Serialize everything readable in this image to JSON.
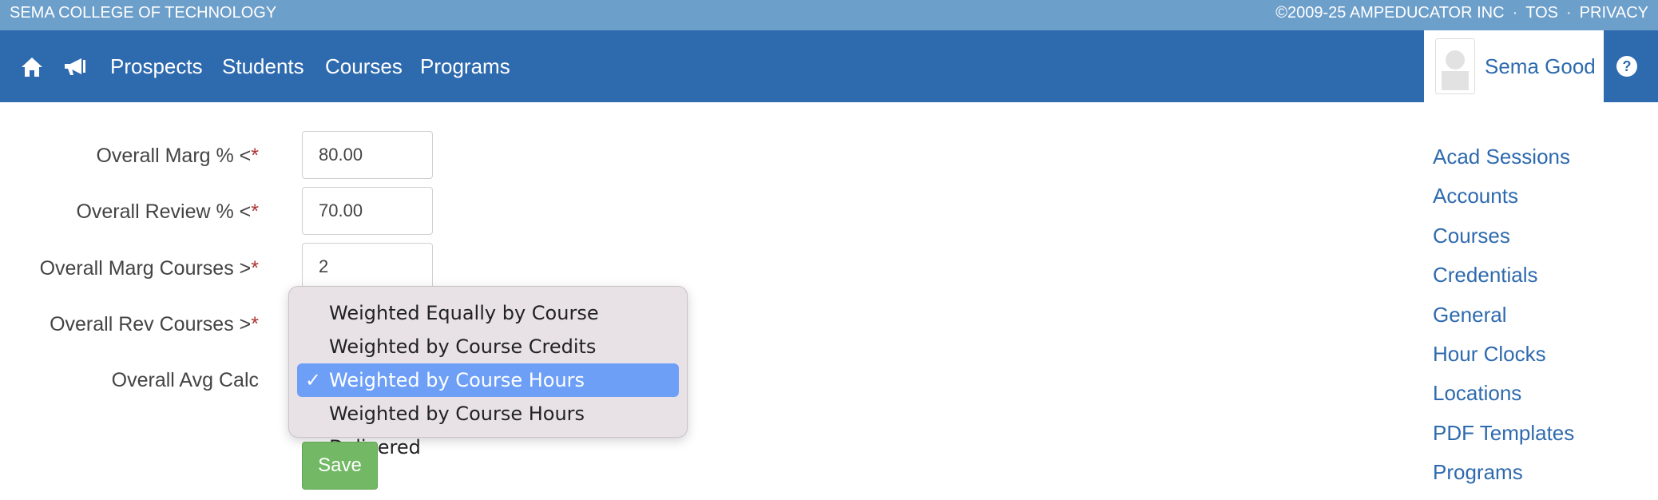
{
  "topbar": {
    "school": "SEMA COLLEGE OF TECHNOLOGY",
    "copyright": "©2009-25 AMPEDUCATOR INC",
    "tos": "TOS",
    "privacy": "PRIVACY",
    "separator": "·"
  },
  "nav": {
    "icons": [
      "home-icon",
      "megaphone-icon"
    ],
    "links": [
      "Prospects",
      "Students",
      "Courses",
      "Programs"
    ],
    "user_name": "Sema Good",
    "help_icon": "question-circle-icon"
  },
  "form": {
    "fields": [
      {
        "label": "Overall Marg % <",
        "value": "80.00",
        "required": "*"
      },
      {
        "label": "Overall Review % <",
        "value": "70.00",
        "required": "*"
      },
      {
        "label": "Overall Marg Courses >",
        "value": "2",
        "required": "*"
      },
      {
        "label": "Overall Rev Courses >",
        "required": "*"
      },
      {
        "label": "Overall Avg Calc"
      }
    ],
    "avg_calc_options": [
      "Weighted Equally by Course",
      "Weighted by Course Credits",
      "Weighted by Course Hours",
      "Weighted by Course Hours Delivered"
    ],
    "avg_calc_selected": "Weighted by Course Hours",
    "check_mark": "✓",
    "save_label": "Save"
  },
  "sidebar": {
    "links": [
      "Acad Sessions",
      "Accounts",
      "Courses",
      "Credentials",
      "General",
      "Hour Clocks",
      "Locations",
      "PDF Templates",
      "Programs"
    ]
  },
  "colors": {
    "topbar": "#6d9fcb",
    "navbar": "#2e6aae",
    "link": "#2e6aae",
    "save": "#72b865",
    "selected_option": "#6d9ff7"
  }
}
